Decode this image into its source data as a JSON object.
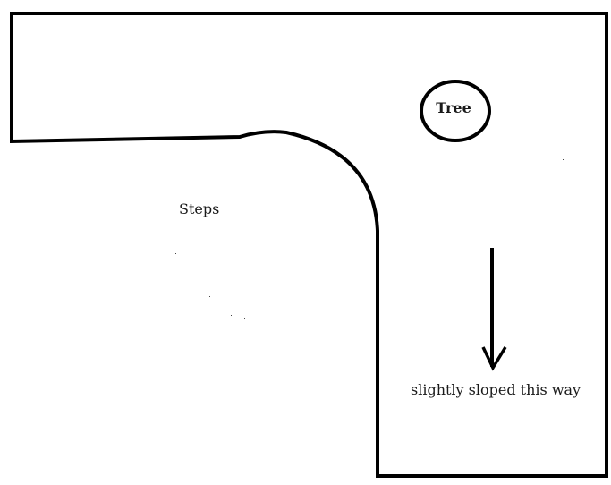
{
  "diagram": {
    "labels": {
      "tree": "Tree",
      "steps": "Steps",
      "slope": "slightly sloped this way"
    },
    "colors": {
      "stroke": "#000000",
      "background": "#ffffff",
      "text": "#1a1a1a"
    },
    "icons": {
      "slope_direction": "arrow-down-icon"
    }
  }
}
